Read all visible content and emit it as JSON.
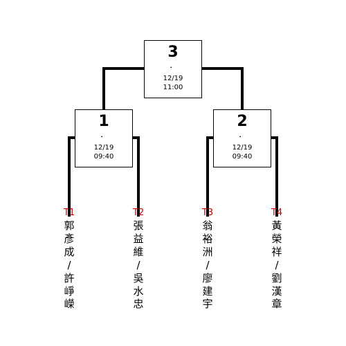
{
  "matches": {
    "m3": {
      "number": "3",
      "dot": "．",
      "date": "12/19",
      "time": "11:00"
    },
    "m1": {
      "number": "1",
      "dot": "．",
      "date": "12/19",
      "time": "09:40"
    },
    "m2": {
      "number": "2",
      "dot": "．",
      "date": "12/19",
      "time": "09:40"
    }
  },
  "teams": [
    {
      "id": "T1",
      "names": "郭彥成/許崢嶸"
    },
    {
      "id": "T2",
      "names": "張益維/吳水忠"
    },
    {
      "id": "T3",
      "names": "翁裕洲/廖建宇"
    },
    {
      "id": "T4",
      "names": "黃榮祥/劉漢章"
    }
  ],
  "colors": {
    "team_id": "#cc0000",
    "lines": "#000000"
  }
}
